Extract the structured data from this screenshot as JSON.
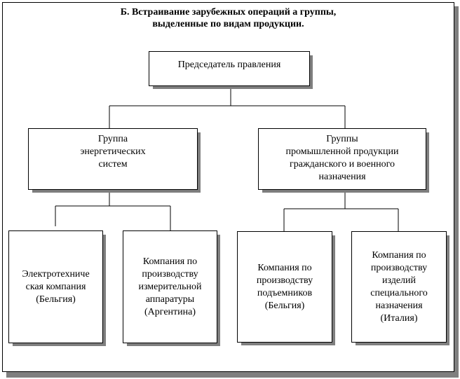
{
  "title": {
    "line1": "Б. Встраивание зарубежных операций а группы,",
    "line2": "выделенные по видам продукции."
  },
  "nodes": {
    "chairman": {
      "lines": [
        "Председатель правления"
      ]
    },
    "energy_group": {
      "lines": [
        "Группа",
        "энергетических",
        "систем"
      ]
    },
    "industrial_group": {
      "lines": [
        "Группы",
        "промышленной продукции",
        "гражданского и военного",
        "назначения"
      ]
    },
    "electrotech": {
      "lines": [
        "Электротехниче",
        "ская компания",
        "(Бельгия)"
      ]
    },
    "measuring": {
      "lines": [
        "Компания по",
        "производству",
        "измерительной",
        "аппаратуры",
        "(Аргентина)"
      ]
    },
    "lifts": {
      "lines": [
        "Компания по",
        "производству",
        "подъемников",
        "(Бельгия)"
      ]
    },
    "special": {
      "lines": [
        "Компания по",
        "производству",
        "изделий",
        "специального",
        "назначения",
        "(Италия)"
      ]
    }
  }
}
